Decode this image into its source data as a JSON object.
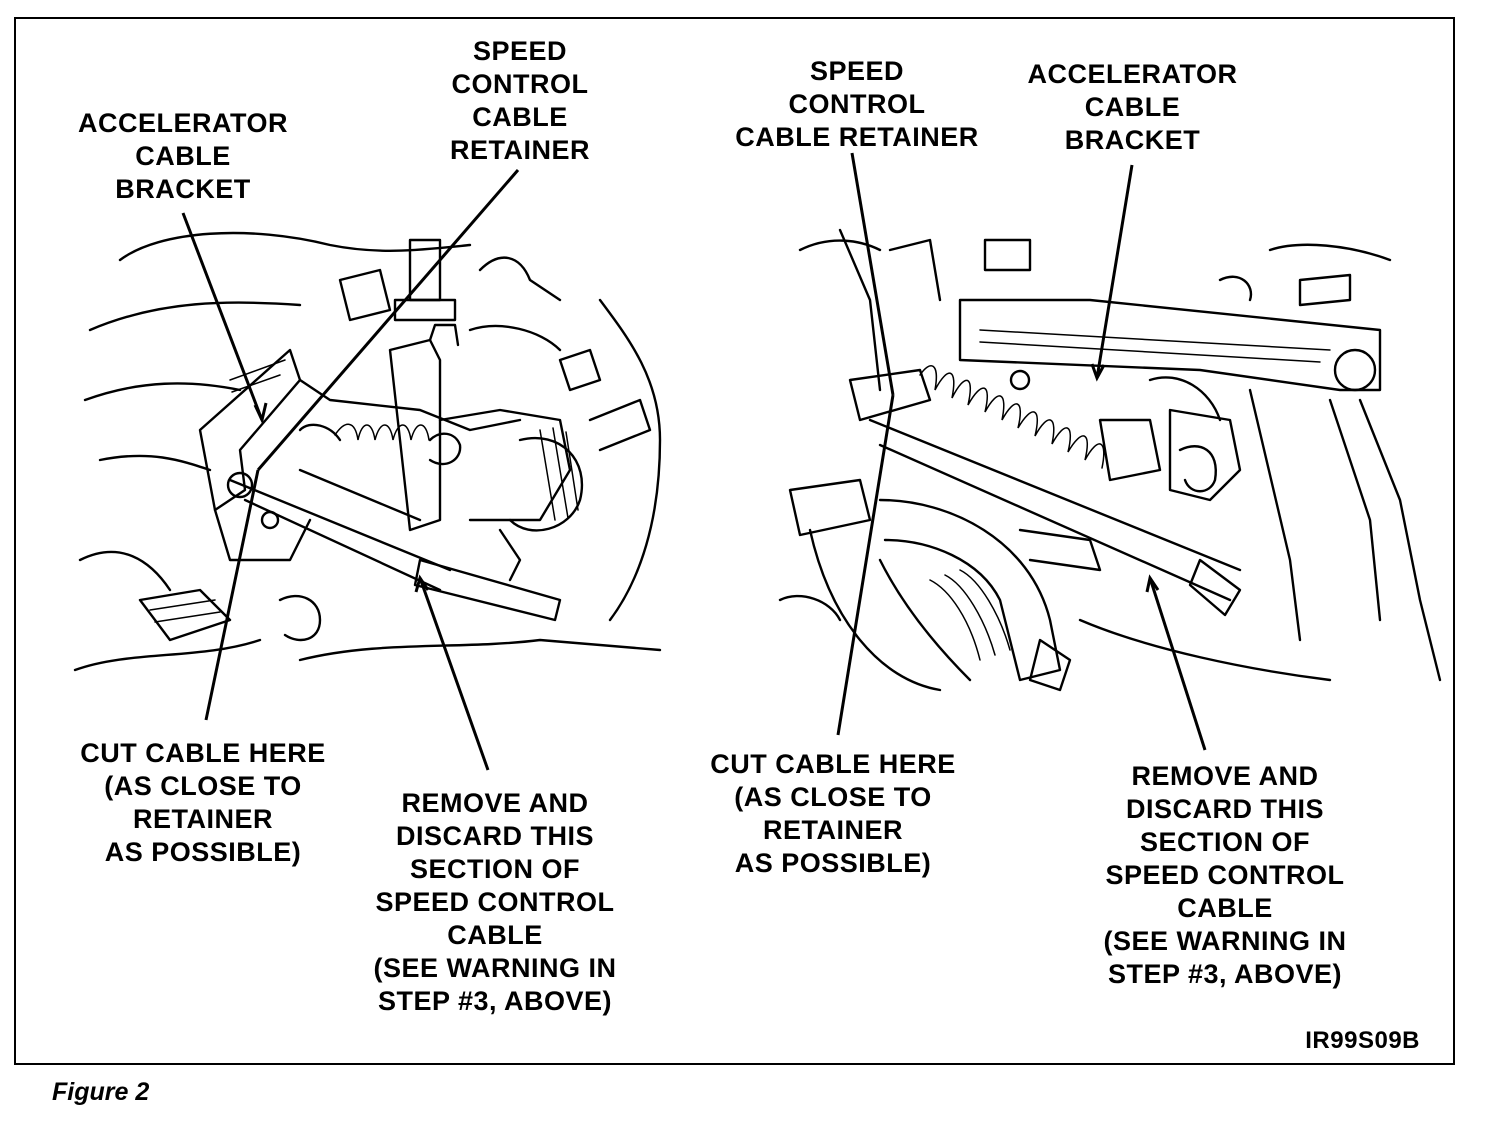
{
  "left_view": {
    "speed_control_cable_retainer": [
      "SPEED",
      "CONTROL",
      "CABLE",
      "RETAINER"
    ],
    "accelerator_cable_bracket": [
      "ACCELERATOR",
      "CABLE",
      "BRACKET"
    ],
    "cut_cable_here": [
      "CUT CABLE HERE",
      "(AS CLOSE TO",
      "RETAINER",
      "AS POSSIBLE)"
    ],
    "remove_and_discard": [
      "REMOVE AND",
      "DISCARD THIS",
      "SECTION OF",
      "SPEED CONTROL",
      "CABLE",
      "(SEE WARNING IN",
      "STEP #3, ABOVE)"
    ]
  },
  "right_view": {
    "speed_control_cable_retainer": [
      "SPEED",
      "CONTROL",
      "CABLE RETAINER"
    ],
    "accelerator_cable_bracket": [
      "ACCELERATOR",
      "CABLE",
      "BRACKET"
    ],
    "cut_cable_here": [
      "CUT CABLE HERE",
      "(AS CLOSE TO",
      "RETAINER",
      "AS POSSIBLE)"
    ],
    "remove_and_discard": [
      "REMOVE AND",
      "DISCARD THIS",
      "SECTION OF",
      "SPEED CONTROL",
      "CABLE",
      "(SEE WARNING IN",
      "STEP #3, ABOVE)"
    ]
  },
  "illustration_code": "IR99S09B",
  "caption": "Figure 2"
}
